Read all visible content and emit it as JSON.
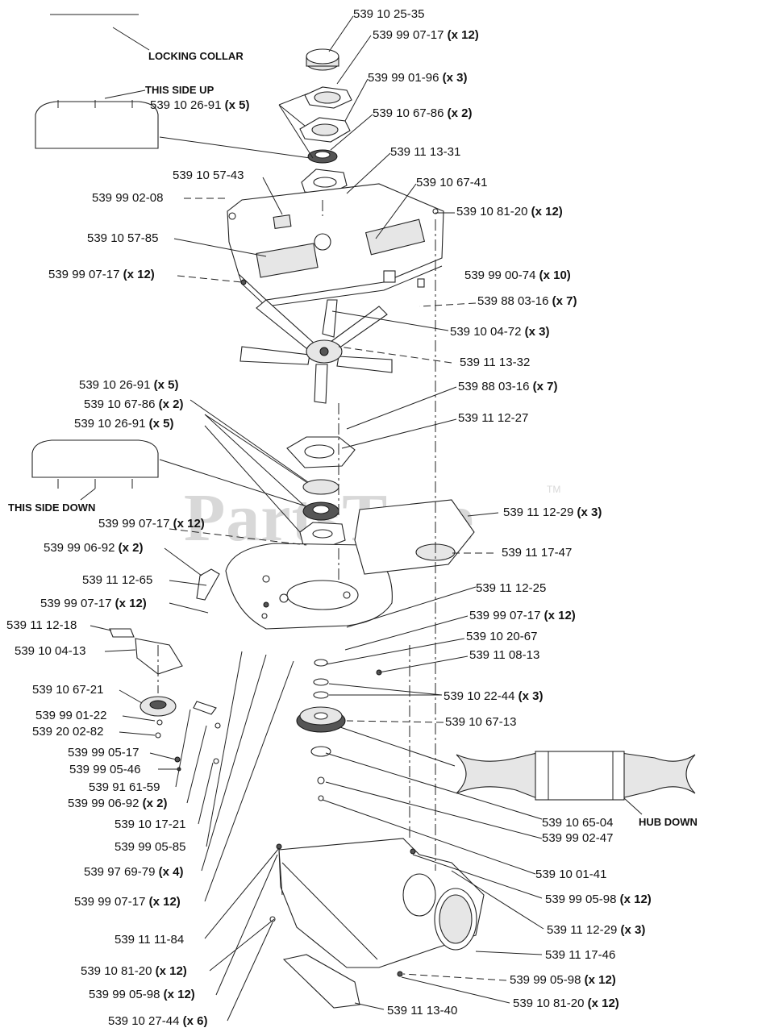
{
  "watermark": {
    "text": "PartsTree",
    "trademark": "TM"
  },
  "captions": {
    "locking_collar": "LOCKING COLLAR",
    "this_side_up": "THIS SIDE UP",
    "this_side_down": "THIS SIDE DOWN",
    "hub_down": "HUB DOWN"
  },
  "callouts": [
    {
      "part": "539 10 25-35",
      "qty": ""
    },
    {
      "part": "539 99 07-17",
      "qty": "(x 12)"
    },
    {
      "part": "539 99 01-96",
      "qty": "(x 3)"
    },
    {
      "part": "539 10 26-91",
      "qty": "(x 5)"
    },
    {
      "part": "539 10 67-86",
      "qty": "(x 2)"
    },
    {
      "part": "539 11 13-31",
      "qty": ""
    },
    {
      "part": "539 10 57-43",
      "qty": ""
    },
    {
      "part": "539 10 67-41",
      "qty": ""
    },
    {
      "part": "539 99 02-08",
      "qty": ""
    },
    {
      "part": "539 10 81-20",
      "qty": "(x 12)"
    },
    {
      "part": "539 10 57-85",
      "qty": ""
    },
    {
      "part": "539 99 07-17",
      "qty": "(x 12)"
    },
    {
      "part": "539 99 00-74",
      "qty": "(x 10)"
    },
    {
      "part": "539 88 03-16",
      "qty": "(x 7)"
    },
    {
      "part": "539 10 04-72",
      "qty": "(x 3)"
    },
    {
      "part": "539 11 13-32",
      "qty": ""
    },
    {
      "part": "539 10 26-91",
      "qty": "(x 5)"
    },
    {
      "part": "539 88 03-16",
      "qty": "(x 7)"
    },
    {
      "part": "539 10 67-86",
      "qty": "(x 2)"
    },
    {
      "part": "539 11 12-27",
      "qty": ""
    },
    {
      "part": "539 10 26-91",
      "qty": "(x 5)"
    },
    {
      "part": "539 11 12-29",
      "qty": "(x 3)"
    },
    {
      "part": "539 99 07-17",
      "qty": "(x 12)"
    },
    {
      "part": "539 99 06-92",
      "qty": "(x 2)"
    },
    {
      "part": "539 11 17-47",
      "qty": ""
    },
    {
      "part": "539 11 12-65",
      "qty": ""
    },
    {
      "part": "539 11 12-25",
      "qty": ""
    },
    {
      "part": "539 99 07-17",
      "qty": "(x 12)"
    },
    {
      "part": "539 99 07-17",
      "qty": "(x 12)"
    },
    {
      "part": "539 11 12-18",
      "qty": ""
    },
    {
      "part": "539 10 20-67",
      "qty": ""
    },
    {
      "part": "539 10 04-13",
      "qty": ""
    },
    {
      "part": "539 11 08-13",
      "qty": ""
    },
    {
      "part": "539 10 67-21",
      "qty": ""
    },
    {
      "part": "539 10 22-44",
      "qty": "(x 3)"
    },
    {
      "part": "539 99 01-22",
      "qty": ""
    },
    {
      "part": "539 10 67-13",
      "qty": ""
    },
    {
      "part": "539 20 02-82",
      "qty": ""
    },
    {
      "part": "539 99 05-17",
      "qty": ""
    },
    {
      "part": "539 99 05-46",
      "qty": ""
    },
    {
      "part": "539 91 61-59",
      "qty": ""
    },
    {
      "part": "539 99 06-92",
      "qty": "(x 2)"
    },
    {
      "part": "539 10 17-21",
      "qty": ""
    },
    {
      "part": "539 10 65-04",
      "qty": ""
    },
    {
      "part": "539 99 02-47",
      "qty": ""
    },
    {
      "part": "539 99 05-85",
      "qty": ""
    },
    {
      "part": "539 10 01-41",
      "qty": ""
    },
    {
      "part": "539 97 69-79",
      "qty": "(x 4)"
    },
    {
      "part": "539 99 05-98",
      "qty": "(x 12)"
    },
    {
      "part": "539 99 07-17",
      "qty": "(x 12)"
    },
    {
      "part": "539 11 12-29",
      "qty": "(x 3)"
    },
    {
      "part": "539 11 11-84",
      "qty": ""
    },
    {
      "part": "539 11 17-46",
      "qty": ""
    },
    {
      "part": "539 10 81-20",
      "qty": "(x 12)"
    },
    {
      "part": "539 99 05-98",
      "qty": "(x 12)"
    },
    {
      "part": "539 99 05-98",
      "qty": "(x 12)"
    },
    {
      "part": "539 10 81-20",
      "qty": "(x 12)"
    },
    {
      "part": "539 11 13-40",
      "qty": ""
    },
    {
      "part": "539 10 27-44",
      "qty": "(x 6)"
    }
  ]
}
